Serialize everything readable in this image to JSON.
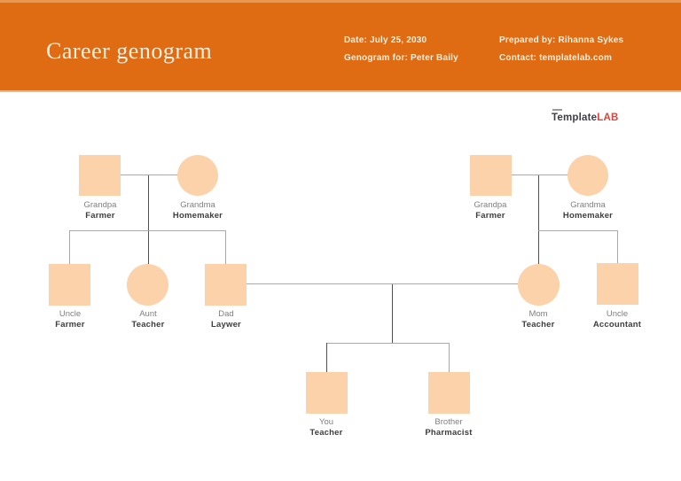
{
  "theme": {
    "header-bg": "#df6b12",
    "header-strip": "#e9964f",
    "header-strip-bottom": "#f0b57e",
    "header-text": "#f9efe2",
    "shape-fill": "#fbd2aa",
    "line-light": "#a9a9a9",
    "line-dark": "#4f4f4f",
    "name-color": "#7f7f7f",
    "career-color": "#3d3d3d",
    "logo-dark": "#3e3e46",
    "logo-red": "#e0423a"
  },
  "header": {
    "title": "Career genogram",
    "meta": {
      "date_label": "Date: July 25, 2030",
      "genogram_for_label": "Genogram for: Peter Baily",
      "prepared_by_label": "Prepared by: Rihanna Sykes",
      "contact_label": "Contact: templatelab.com"
    }
  },
  "logo": {
    "part1": "Template",
    "part2": "LAB"
  },
  "genogram": {
    "nodes": [
      {
        "id": "grandpa-left",
        "shape": "square",
        "name": "Grandpa",
        "career": "Farmer"
      },
      {
        "id": "grandma-left",
        "shape": "circle",
        "name": "Grandma",
        "career": "Homemaker"
      },
      {
        "id": "uncle-left",
        "shape": "square",
        "name": "Uncle",
        "career": "Farmer"
      },
      {
        "id": "aunt",
        "shape": "circle",
        "name": "Aunt",
        "career": "Teacher"
      },
      {
        "id": "dad",
        "shape": "square",
        "name": "Dad",
        "career": "Laywer"
      },
      {
        "id": "grandpa-right",
        "shape": "square",
        "name": "Grandpa",
        "career": "Farmer"
      },
      {
        "id": "grandma-right",
        "shape": "circle",
        "name": "Grandma",
        "career": "Homemaker"
      },
      {
        "id": "mom",
        "shape": "circle",
        "name": "Mom",
        "career": "Teacher"
      },
      {
        "id": "uncle-right",
        "shape": "square",
        "name": "Uncle",
        "career": "Accountant"
      },
      {
        "id": "you",
        "shape": "square",
        "name": "You",
        "career": "Teacher"
      },
      {
        "id": "brother",
        "shape": "square",
        "name": "Brother",
        "career": "Pharmacist"
      }
    ]
  }
}
